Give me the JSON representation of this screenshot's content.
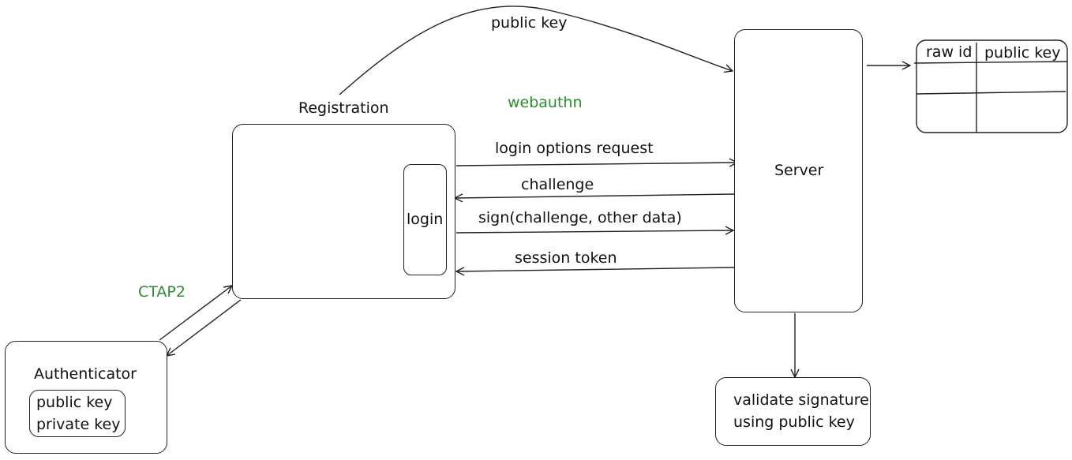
{
  "colors": {
    "protocol_label": "#2e8b2e",
    "stroke": "#222222"
  },
  "labels": {
    "public_key_arc": "public key",
    "registration": "Registration",
    "webauthn": "webauthn",
    "ctap2": "CTAP2",
    "login_button": "login",
    "server": "Server",
    "authenticator": "Authenticator"
  },
  "messages": {
    "login_options_request": "login options request",
    "challenge": "challenge",
    "sign": "sign(challenge, other data)",
    "session_token": "session token"
  },
  "authenticator_keys": [
    "public key",
    "private key"
  ],
  "key_table": {
    "headers": [
      "raw id",
      "public key"
    ]
  },
  "validate": [
    "validate signature",
    "using public key"
  ]
}
